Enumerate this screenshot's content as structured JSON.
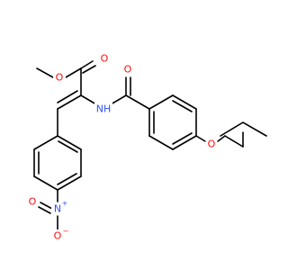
{
  "molecule": {
    "atoms": {
      "ester_o": {
        "symbol": "O",
        "color": "#ff0d0d"
      },
      "carbonyl_o": {
        "symbol": "O",
        "color": "#ff0d0d"
      },
      "amide_o": {
        "symbol": "O",
        "color": "#ff0d0d"
      },
      "nh": {
        "symbol": "NH",
        "color": "#3050f8"
      },
      "ether_o": {
        "symbol": "O",
        "color": "#ff0d0d"
      },
      "nitro_n": {
        "symbol": "N",
        "charge": "+",
        "color": "#3050f8"
      },
      "nitro_o_up": {
        "symbol": "O",
        "color": "#ff0d0d"
      },
      "nitro_o_minus": {
        "symbol": "O",
        "charge": "−",
        "color": "#ff0d0d"
      }
    }
  }
}
